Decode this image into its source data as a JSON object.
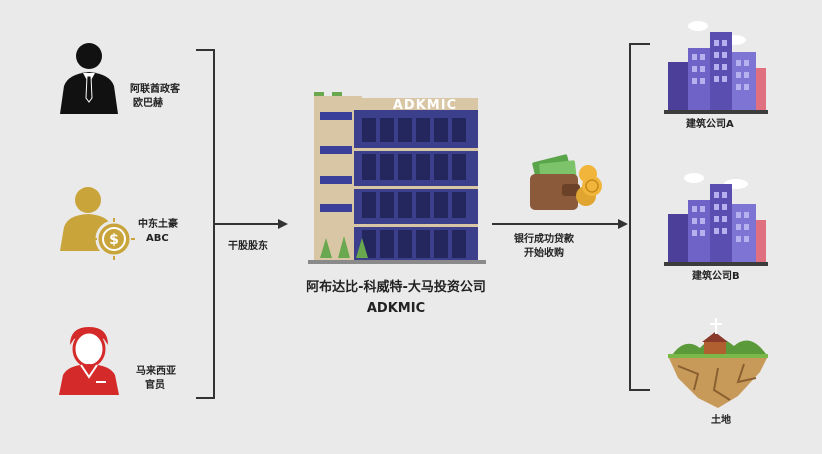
{
  "people": [
    {
      "label_line1": "阿联酋政客",
      "label_line2": "欧巴赫",
      "icon": "businessman-icon"
    },
    {
      "label_line1": "中东土豪",
      "label_line2": "ABC",
      "icon": "rich-man-icon"
    },
    {
      "label_line1": "马来西亚",
      "label_line2": "官员",
      "icon": "official-icon"
    }
  ],
  "arrow_left_label": "干股股东",
  "company": {
    "sign": "ADKMIC",
    "name_cn": "阿布达比-科威特-大马投资公司",
    "name_en": "ADKMIC"
  },
  "arrow_right_label_line1": "银行成功贷款",
  "arrow_right_label_line2": "开始收购",
  "targets": [
    {
      "label": "建筑公司A",
      "icon": "buildings-icon"
    },
    {
      "label": "建筑公司B",
      "icon": "buildings-icon"
    },
    {
      "label": "土地",
      "icon": "land-icon"
    }
  ],
  "colors": {
    "bracket": "#333333",
    "building_blue": "#3a3f9a",
    "gold": "#c9a43a",
    "red": "#d42a2a"
  }
}
